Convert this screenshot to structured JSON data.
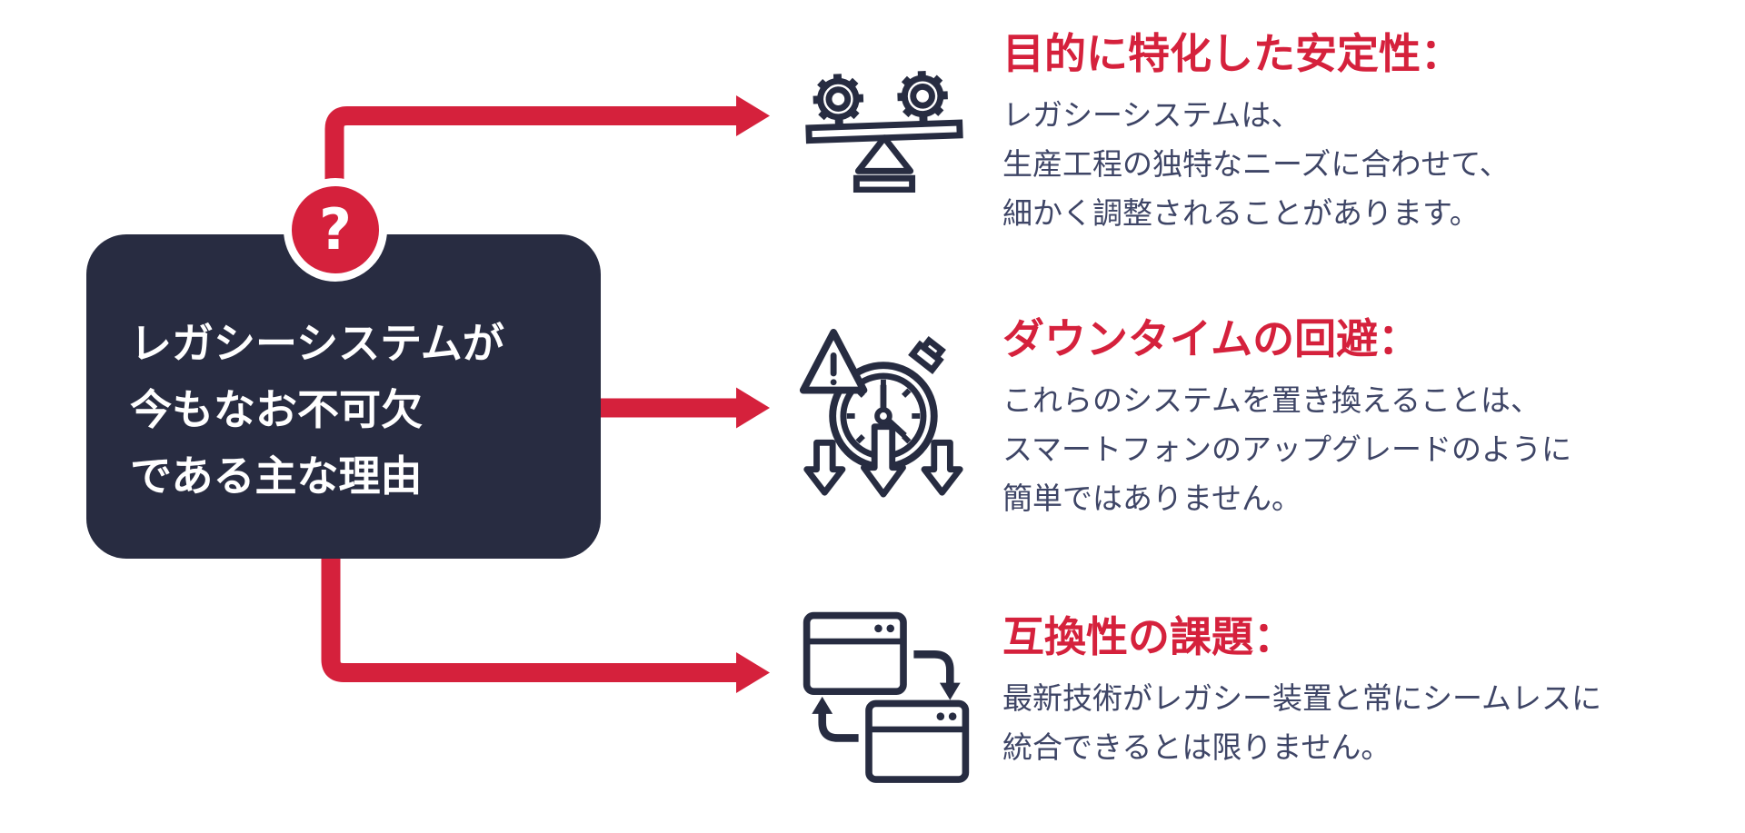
{
  "main_box": {
    "badge": "?",
    "title_lines": [
      "レガシーシステムが",
      "今もなお不可欠",
      "である主な理由"
    ]
  },
  "reasons": [
    {
      "icon": "balance-gears-icon",
      "heading": "目的に特化した安定性：",
      "body_lines": [
        "レガシーシステムは、",
        "生産工程の独特なニーズに合わせて、",
        "細かく調整されることがあります。"
      ]
    },
    {
      "icon": "downtime-stopwatch-icon",
      "heading": "ダウンタイムの回避：",
      "body_lines": [
        "これらのシステムを置き換えることは、",
        "スマートフォンのアップグレードのように",
        "簡単ではありません。"
      ]
    },
    {
      "icon": "compatibility-windows-icon",
      "heading": "互換性の課題：",
      "body_lines": [
        "最新技術がレガシー装置と常にシームレスに",
        "統合できるとは限りません。"
      ]
    }
  ],
  "colors": {
    "accent_red": "#D5213C",
    "dark_navy_box": "#282C41",
    "body_text": "#3E4566",
    "icon_stroke": "#272C41",
    "background": "#FFFFFF"
  }
}
